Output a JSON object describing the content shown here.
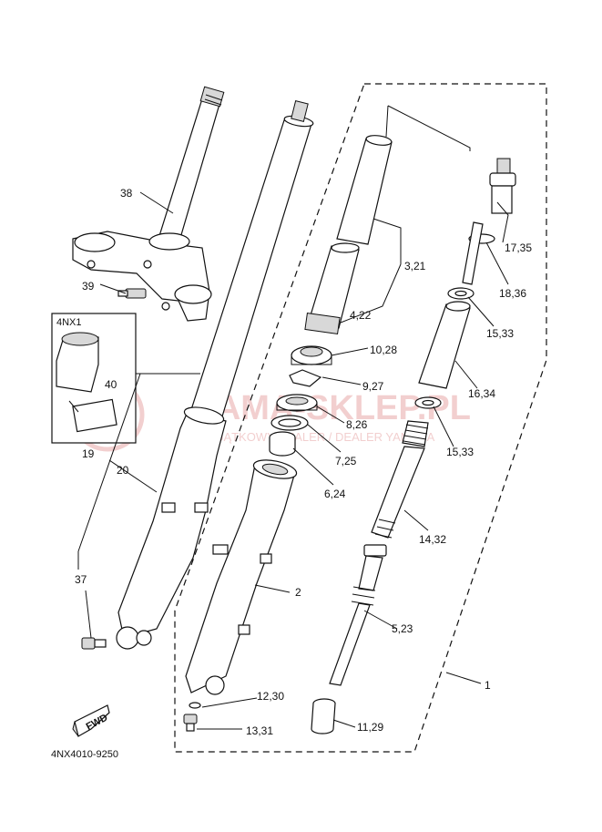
{
  "diagram_code": "4NX4010-9250",
  "inset_label": "4NX1",
  "fwd_label": "FWD",
  "watermark": {
    "main": "YAMA-SKLEP.PL",
    "sub": "WYJĄTKOWY DEALER / DEALER YAMAHA",
    "color": "#e8a8a8"
  },
  "callouts": [
    {
      "id": "c38",
      "text": "38"
    },
    {
      "id": "c39",
      "text": "39"
    },
    {
      "id": "c40",
      "text": "40"
    },
    {
      "id": "c19",
      "text": "19"
    },
    {
      "id": "c20",
      "text": "20"
    },
    {
      "id": "c37",
      "text": "37"
    },
    {
      "id": "c3_21",
      "text": "3,21"
    },
    {
      "id": "c4_22",
      "text": "4,22"
    },
    {
      "id": "c10_28",
      "text": "10,28"
    },
    {
      "id": "c9_27",
      "text": "9,27"
    },
    {
      "id": "c8_26",
      "text": "8,26"
    },
    {
      "id": "c7_25",
      "text": "7,25"
    },
    {
      "id": "c6_24",
      "text": "6,24"
    },
    {
      "id": "c2",
      "text": "2"
    },
    {
      "id": "c17_35",
      "text": "17,35"
    },
    {
      "id": "c18_36",
      "text": "18,36"
    },
    {
      "id": "c15_33a",
      "text": "15,33"
    },
    {
      "id": "c16_34",
      "text": "16,34"
    },
    {
      "id": "c15_33b",
      "text": "15,33"
    },
    {
      "id": "c14_32",
      "text": "14,32"
    },
    {
      "id": "c5_23",
      "text": "5,23"
    },
    {
      "id": "c1",
      "text": "1"
    },
    {
      "id": "c12_30",
      "text": "12,30"
    },
    {
      "id": "c13_31",
      "text": "13,31"
    },
    {
      "id": "c11_29",
      "text": "11,29"
    }
  ]
}
